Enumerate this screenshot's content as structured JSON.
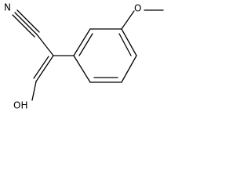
{
  "structure": {
    "atom_labels": {
      "nitrile_n": "N",
      "methoxy_o": "O",
      "hydroxyl": "OH"
    },
    "colors": {
      "bond": "#000000",
      "text": "#000000",
      "background": "#ffffff"
    }
  }
}
